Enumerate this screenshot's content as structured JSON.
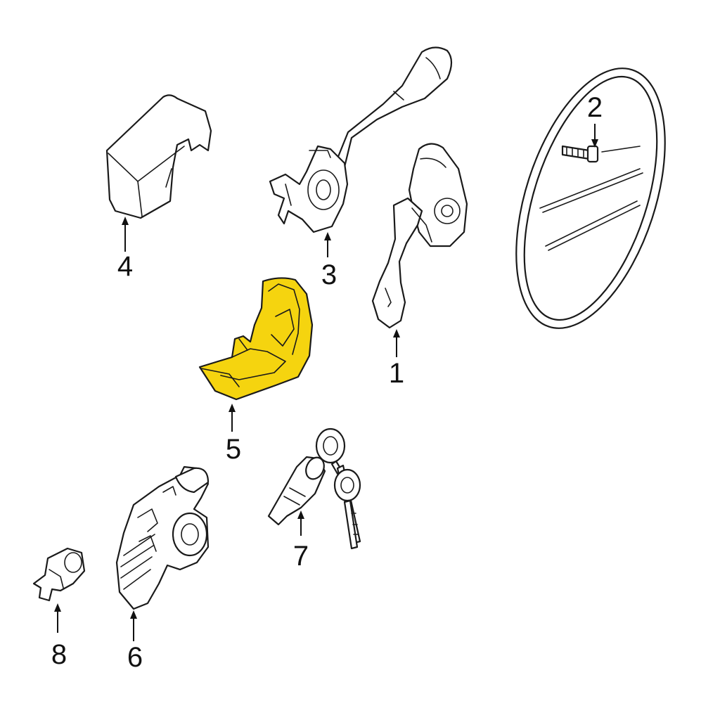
{
  "colors": {
    "highlight": "#f5d40f",
    "line": "#1a1a1a",
    "background": "#ffffff"
  },
  "callouts": [
    {
      "id": "1",
      "label": "1"
    },
    {
      "id": "2",
      "label": "2"
    },
    {
      "id": "3",
      "label": "3"
    },
    {
      "id": "4",
      "label": "4"
    },
    {
      "id": "5",
      "label": "5",
      "highlighted": true
    },
    {
      "id": "6",
      "label": "6"
    },
    {
      "id": "7",
      "label": "7"
    },
    {
      "id": "8",
      "label": "8"
    }
  ]
}
